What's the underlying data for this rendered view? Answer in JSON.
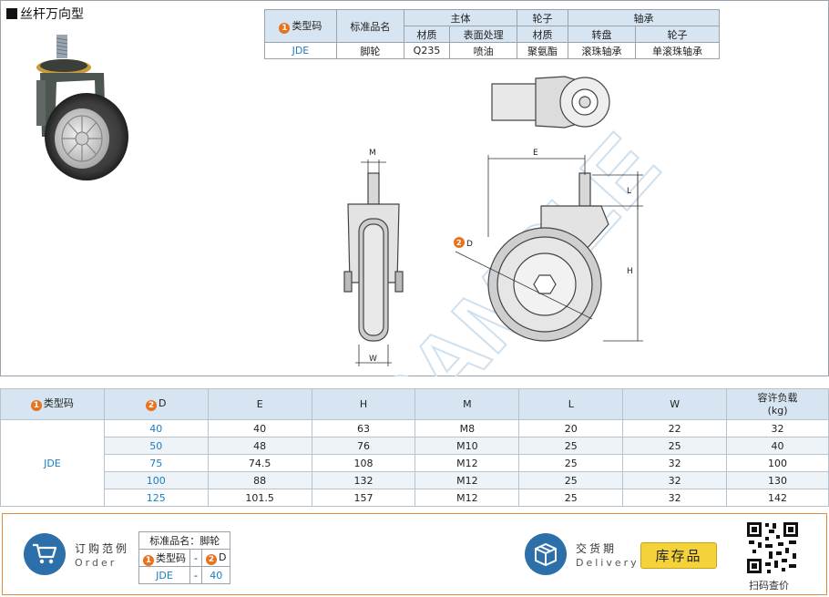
{
  "title": "丝杆万向型",
  "spec_table": {
    "h_type": "类型码",
    "h_name": "标准品名",
    "h_body": "主体",
    "h_wheel": "轮子",
    "h_bearing": "轴承",
    "h_material": "材质",
    "h_surface": "表面处理",
    "h_wheel_material": "材质",
    "h_turntable": "转盘",
    "h_wheel2": "轮子",
    "row": {
      "type": "JDE",
      "name": "脚轮",
      "material": "Q235",
      "surface": "喷油",
      "wheel_material": "聚氨酯",
      "turntable": "滚珠轴承",
      "wheel_bearing": "单滚珠轴承"
    },
    "badge1": "1",
    "badge2": "2"
  },
  "drawing_labels": {
    "m": "M",
    "e": "E",
    "l": "L",
    "h": "H",
    "w": "W",
    "d": "D",
    "watermark": "SAMPLE"
  },
  "dim_table": {
    "h_type": "类型码",
    "h_d": "D",
    "h_e": "E",
    "h_h": "H",
    "h_m": "M",
    "h_l": "L",
    "h_w": "W",
    "h_load": "容许负载",
    "h_load_unit": "(kg)",
    "type": "JDE",
    "rows": [
      {
        "d": "40",
        "e": "40",
        "h": "63",
        "m": "M8",
        "l": "20",
        "w": "22",
        "load": "32"
      },
      {
        "d": "50",
        "e": "48",
        "h": "76",
        "m": "M10",
        "l": "25",
        "w": "25",
        "load": "40"
      },
      {
        "d": "75",
        "e": "74.5",
        "h": "108",
        "m": "M12",
        "l": "25",
        "w": "32",
        "load": "100"
      },
      {
        "d": "100",
        "e": "88",
        "h": "132",
        "m": "M12",
        "l": "25",
        "w": "32",
        "load": "130"
      },
      {
        "d": "125",
        "e": "101.5",
        "h": "157",
        "m": "M12",
        "l": "25",
        "w": "32",
        "load": "142"
      }
    ]
  },
  "order": {
    "label_cn": "订购范例",
    "label_en": "Order",
    "std_name": "标准品名：脚轮",
    "type_label": "类型码",
    "dash": "-",
    "d_label": "D",
    "type_value": "JDE",
    "d_value": "40"
  },
  "delivery": {
    "label_cn": "交货期",
    "label_en": "Delivery",
    "button": "库存品"
  },
  "qr_label": "扫码查价",
  "colors": {
    "header_bg": "#d7e5f2",
    "accent_blue": "#1c7cc2",
    "badge_orange": "#e8731e",
    "stock_yellow": "#f4d23a"
  }
}
